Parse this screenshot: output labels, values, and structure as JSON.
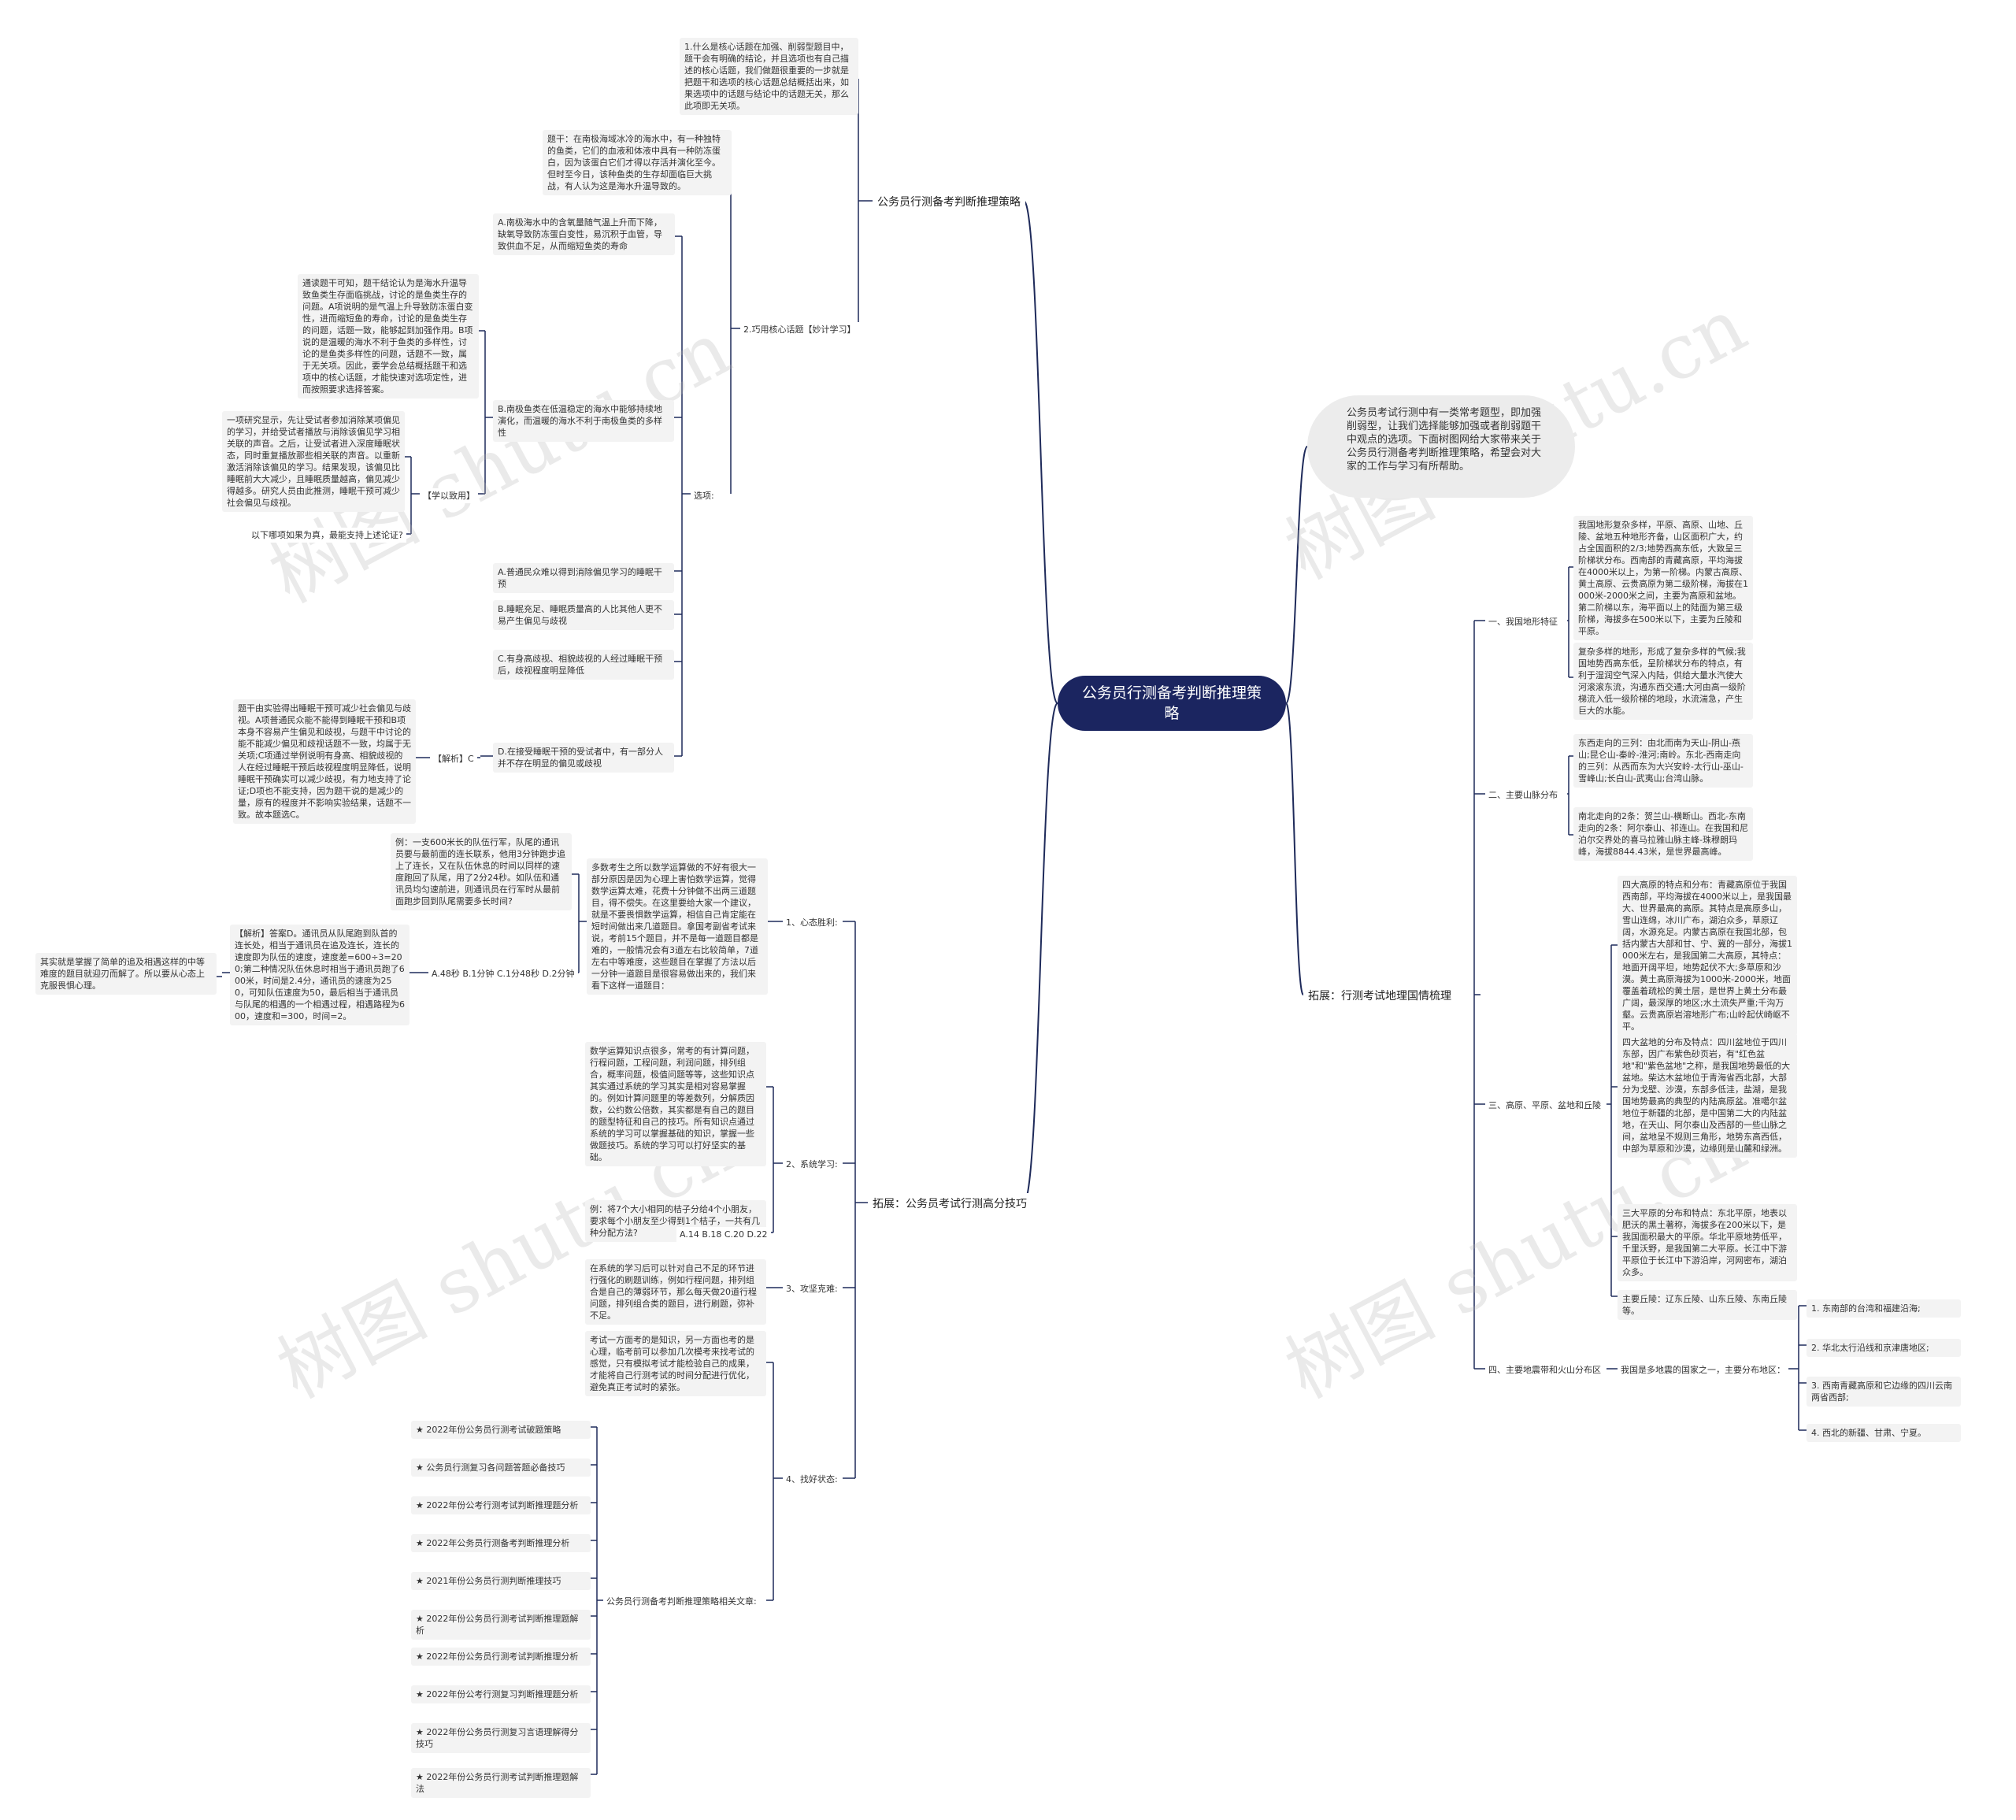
{
  "central": "公务员行测备考判断推理策略",
  "intro": "公务员考试行测中有一类常考题型，即加强削弱型，让我们选择能够加强或者削弱题干中观点的选项。下面树图网给大家带来关于公务员行测备考判断推理策略，希望会对大家的工作与学习有所帮助。",
  "watermark": "树图 shutu.cn",
  "branch1": {
    "title": "公务员行测备考判断推理策略",
    "point1": "1.什么是核心话题在加强、削弱型题目中，题干会有明确的结论，并且选项也有自己描述的核心话题，我们做题很重要的一步就是把题干和选项的核心话题总结概括出来，如果选项中的话题与结论中的话题无关，那么此项即无关项。",
    "point2": "2.巧用核心话题【妙计学习】",
    "stem": "题干：在南极海域冰冷的海水中，有一种独特的鱼类，它们的血液和体液中具有一种防冻蛋白，因为该蛋白它们才得以存活并演化至今。但时至今日，该种鱼类的生存却面临巨大挑战，有人认为这是海水升温导致的。",
    "options_label": "选项:",
    "optA": "A.南极海水中的含氧量随气温上升而下降，缺氧导致防冻蛋白变性，易沉积于血管，导致供血不足，从而缩短鱼类的寿命",
    "optB": "B.南极鱼类在低温稳定的海水中能够持续地演化，而温暖的海水不利于南极鱼类的多样性",
    "analysis": "通读题干可知，题干结论认为是海水升温导致鱼类生存面临挑战，讨论的是鱼类生存的问题。A项说明的是气温上升导致防冻蛋白变性，进而缩短鱼的寿命，讨论的是鱼类生存的问题，话题一致，能够起到加强作用。B项说的是温暖的海水不利于鱼类的多样性，讨论的是鱼类多样性的问题，话题不一致，属于无关项。因此，要学会总结概括题干和选项中的核心话题，才能快速对选项定性，进而按照要求选择答案。",
    "study_label": "【学以致用】",
    "study": "一项研究显示，先让受试者参加消除某项偏见的学习，并给受试者播放与消除该偏见学习相关联的声音。之后，让受试者进入深度睡眠状态，同时重复播放那些相关联的声音。以重新激活消除该偏见的学习。结果发现，该偏见比睡眠前大大减少，且睡眠质量越高，偏见减少得越多。研究人员由此推测，睡眠干预可减少社会偏见与歧视。",
    "question": "以下哪项如果为真，最能支持上述论证?",
    "q_a": "A.普通民众难以得到消除偏见学习的睡眠干预",
    "q_b": "B.睡眠充足、睡眠质量高的人比其他人更不易产生偏见与歧视",
    "q_c": "C.有身高歧视、相貌歧视的人经过睡眠干预后，歧视程度明显降低",
    "q_d": "D.在接受睡眠干预的受试者中，有一部分人并不存在明显的偏见或歧视",
    "jiexi_label": "【解析】C",
    "jiexi": "题干由实验得出睡眠干预可减少社会偏见与歧视。A项普通民众能不能得到睡眠干预和B项本身不容易产生偏见和歧视，与题干中讨论的能不能减少偏见和歧视话题不一致，均属于无关项;C项通过举例说明有身高、相貌歧视的人在经过睡眠干预后歧视程度明显降低，说明睡眠干预确实可以减少歧视，有力地支持了论证;D项也不能支持，因为题干说的是减少的量，原有的程度并不影响实验结果，话题不一致。故本题选C。"
  },
  "branch2": {
    "title": "拓展：公务员考试行测高分技巧",
    "s1": "1、心态胜利:",
    "s1_text": "多数考生之所以数学运算做的不好有很大一部分原因是因为心理上害怕数学运算，觉得数学运算太难，花费十分钟做不出两三道题目，得不偿失。在这里要给大家一个建议，就是不要畏惧数学运算，相信自己肯定能在短时间做出来几道题目。拿国考副省考试来说，考前15个题目，并不是每一道题目都是难的，一般情况会有3道左右比较简单，7道左右中等难度，这些题目在掌握了方法以后一分钟一道题目是很容易做出来的，我们来看下这样一道题目：",
    "ex1": "例：一支600米长的队伍行军，队尾的通讯员要与最前面的连长联系，他用3分钟跑步追上了连长，又在队伍休息的时间以同样的速度跑回了队尾，用了2分24秒。如队伍和通讯员均匀速前进，则通讯员在行军时从最前面跑步回到队尾需要多长时间?",
    "ex1_opts": "A.48秒 B.1分钟 C.1分48秒 D.2分钟",
    "ex1_jiexi": "【解析】答案D。通讯员从队尾跑到队首的连长处，相当于通讯员在追及连长，连长的速度即为队伍的速度，速度差=600÷3=200;第二种情况队伍休息时相当于通讯员跑了600米，时间是2.4分，通讯员的速度为250，可知队伍速度为50，最后相当于通讯员与队尾的相遇的一个相遇过程，相遇路程为600，速度和=300，时间=2。",
    "ex1_note": "其实就是掌握了简单的追及相遇这样的中等难度的题目就迎刃而解了。所以要从心态上克服畏惧心理。",
    "s2": "2、系统学习:",
    "s2_text": "数学运算知识点很多，常考的有计算问题，行程问题，工程问题，利润问题，排列组合，概率问题，极值问题等等，这些知识点其实通过系统的学习其实是相对容易掌握的。例如计算问题里的等差数列，分解质因数，公约数公倍数，其实都是有自己的题目的题型特征和自己的技巧。所有知识点通过系统的学习可以掌握基础的知识，掌握一些做题技巧。系统的学习可以打好坚实的基础。",
    "ex2": "例：将7个大小相同的桔子分给4个小朋友，要求每个小朋友至少得到1个桔子，一共有几种分配方法?",
    "ex2_opts": "A.14 B.18 C.20 D.22",
    "s3": "3、攻坚克难:",
    "s3_text": "在系统的学习后可以针对自己不足的环节进行强化的刷题训练，例如行程问题，排列组合是自己的薄弱环节，那么每天做20道行程问题，排列组合类的题目，进行刷题，弥补不足。",
    "s4": "4、找好状态:",
    "s4_text": "考试一方面考的是知识，另一方面也考的是心理，临考前可以参加几次模考来找考试的感觉，只有模拟考试才能检验自己的成果，才能将自己行测考试的时间分配进行优化，避免真正考试时的紧张。",
    "related_label": "公务员行测备考判断推理策略相关文章:",
    "related": [
      "★ 2022年份公务员行测考试破题策略",
      "★ 公务员行测复习各问题答题必备技巧",
      "★ 2022年份公考行测考试判断推理题分析",
      "★ 2022年公务员行测备考判断推理分析",
      "★ 2021年份公务员行测判断推理技巧",
      "★ 2022年份公务员行测考试判断推理题解析",
      "★ 2022年份公务员行测考试判断推理分析",
      "★ 2022年份公考行测复习判断推理题分析",
      "★ 2022年份公务员行测复习言语理解得分技巧",
      "★ 2022年份公务员行测考试判断推理题解法"
    ]
  },
  "branch3": {
    "title": "拓展：行测考试地理国情梳理",
    "t1": "一、我国地形特征",
    "t1_a": "我国地形复杂多样，平原、高原、山地、丘陵、盆地五种地形齐备，山区面积广大，约占全国面积的2/3;地势西高东低，大致呈三阶梯状分布。西南部的青藏高原，平均海拔在4000米以上，为第一阶梯。内蒙古高原、黄土高原、云贵高原为第二级阶梯，海拔在1000米-2000米之间，主要为高原和盆地。第二阶梯以东，海平面以上的陆面为第三级阶梯，海拔多在500米以下，主要为丘陵和平原。",
    "t1_b": "复杂多样的地形，形成了复杂多样的气候;我国地势西高东低，呈阶梯状分布的特点，有利于湿润空气深入内陆，供给大量水汽使大河滚滚东流，沟通东西交通;大河由高一级阶梯流入低一级阶梯的地段，水流湍急，产生巨大的水能。",
    "t2": "二、主要山脉分布",
    "t2_a": "东西走向的三列：由北而南为天山-阴山-燕山;昆仑山-秦岭-淮河;南岭。东北-西南走向的三列：从西而东为大兴安岭-太行山-巫山-雪峰山;长白山-武夷山;台湾山脉。",
    "t2_b": "南北走向的2条：贺兰山-横断山。西北-东南走向的2条：阿尔泰山、祁连山。在我国和尼泊尔交界处的喜马拉雅山脉主峰-珠穆朗玛峰，海拔8844.43米，是世界最高峰。",
    "t3": "三、高原、平原、盆地和丘陵",
    "t3_a": "四大高原的特点和分布：青藏高原位于我国西南部，平均海拔在4000米以上，是我国最大、世界最高的高原。其特点是高原多山，雪山连绵，冰川广布，湖泊众多，草原辽阔，水源充足。内蒙古高原在我国北部，包括内蒙古大部和甘、宁、冀的一部分，海拔1000米左右，是我国第二大高原，其特点：地面开阔平坦，地势起伏不大;多草原和沙漠。黄土高原海拔为1000米-2000米，地面覆盖着疏松的黄土层，是世界上黄土分布最广阔，最深厚的地区;水土流失严重;千沟万壑。云贵高原岩溶地形广布;山岭起伏崎岖不平。",
    "t3_b": "四大盆地的分布及特点：四川盆地位于四川东部，因广布紫色砂页岩，有\"红色盆地\"和\"紫色盆地\"之称，是我国地势最低的大盆地。柴达木盆地位于青海省西北部，大部分为戈壁、沙漠，东部多低洼，盐湖，是我国地势最高的典型的内陆高原盆。准噶尔盆地位于新疆的北部，是中国第二大的内陆盆地，在天山、阿尔泰山及西部的一些山脉之间，盆地呈不规则三角形，地势东高西低，中部为草原和沙漠，边缘则是山麓和绿洲。",
    "t3_c": "三大平原的分布和特点：东北平原，地表以肥沃的黑土著称，海拔多在200米以下，是我国面积最大的平原。华北平原地势低平，千里沃野，是我国第二大平原。长江中下游平原位于长江中下游沿岸，河网密布，湖泊众多。",
    "t3_d": "主要丘陵：辽东丘陵、山东丘陵、东南丘陵等。",
    "t4": "四、主要地震带和火山分布区",
    "t4_intro": "我国是多地震的国家之一，主要分布地区：",
    "t4_items": [
      "1. 东南部的台湾和福建沿海;",
      "2. 华北太行沿线和京津唐地区;",
      "3. 西南青藏高原和它边缘的四川云南两省西部;",
      "4. 西北的新疆、甘肃、宁夏。"
    ]
  },
  "colors": {
    "center_bg": "#1b2560",
    "line": "#1e2a5a",
    "node_bg": "#f3f3f3",
    "intro_bg": "#ececec"
  }
}
